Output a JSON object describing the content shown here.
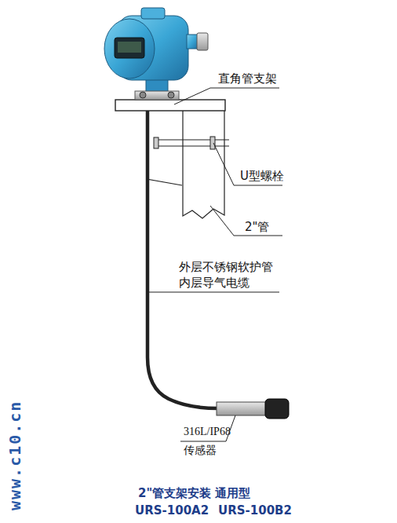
{
  "diagram": {
    "caption": "2\"管支架安装 通用型",
    "labels": [
      "直角管支架",
      "U型螺栓",
      "2\"管",
      "外层不锈钢软护管",
      "内层导气电缆",
      "316L/IP68",
      "传感器",
      "www.c10.cn",
      "URS-100A2",
      "URS-100B2"
    ]
  }
}
